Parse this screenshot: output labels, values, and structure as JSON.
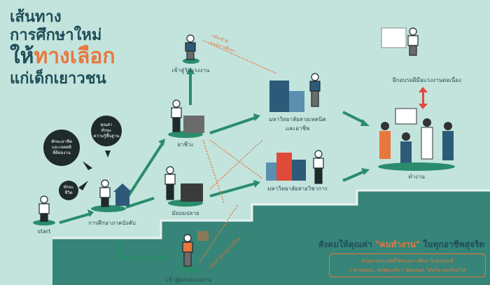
{
  "title": {
    "line1": "เส้นทาง",
    "line2": "การศึกษาใหม่",
    "line3_prefix": "ให้",
    "line3_highlight": "ทางเลือก",
    "line4": "แก่เด็กเยาวชน"
  },
  "stages": {
    "start": "start",
    "compulsory": "การศึกษาภาคบังคับ",
    "vocational": "อาชีวะ",
    "high_school": "มัธยมปลาย",
    "working_age": "เข้าสู่วัยแรงงาน",
    "labor_market": "เข้าสู่ตลาดแรงงาน",
    "tech_university": "มหาวิทยาลัยสายเทคนิค\nและอาชีพ",
    "academic_university": "มหาวิทยาลัยสายวิชาการ",
    "work": "ทำงาน",
    "training": "ฝึกอบรมฝีมือแรงงานต่อเนื่อง"
  },
  "bubbles": {
    "career_skills": "ทักษะอาชีพ\nและเจตคติ\nที่ดีต่องาน",
    "values": "คุณค่า\nทักษะ\nความรู้พื้นฐาน",
    "life_skills": "ทักษะ\nชีวิต"
  },
  "return_label_top": "กลับเข้าสู่\nระบบการศึกษา",
  "return_label_bottom": "กลับเข้าสู่ระบบการศึกษา",
  "footer": {
    "headline_prefix": "สังคมให้คุณค่า ",
    "headline_highlight": "\"คนทำงาน\"",
    "headline_suffix": " ในทุกอาชีพสุจริต",
    "note_line1": "ตัวอย่างประเทศที่ใช้ระบบการศึกษาในรูปแบบนี้",
    "note_line2": "อาทิ เยอรมัน, สหรัฐอเมริกา, ฟินแลนด์, ไต้หวัน และสิงคโปร์"
  },
  "colors": {
    "background": "#c3e4dd",
    "title": "#1f4e5a",
    "accent": "#e8773d",
    "stairs": "#2f7e72",
    "arrow": "#2a8c6c"
  }
}
